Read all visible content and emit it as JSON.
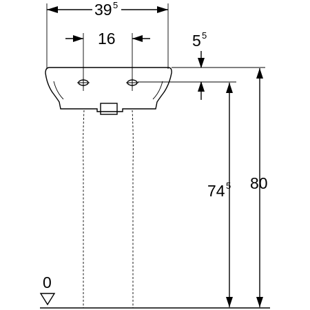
{
  "dimensions": {
    "width_whole": "39",
    "width_frac": "5",
    "tap_spacing": "16",
    "rim_offset_whole": "5",
    "rim_offset_frac": "5",
    "tap_height_whole": "74",
    "tap_height_frac": "5",
    "rim_height": "80",
    "floor_level": "0"
  }
}
